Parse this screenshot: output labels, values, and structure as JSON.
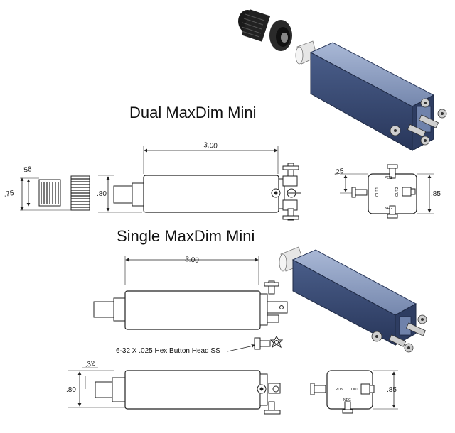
{
  "titles": {
    "dual": "Dual MaxDim Mini",
    "single": "Single MaxDim Mini"
  },
  "dims": {
    "length_dual": "3.00",
    "knob_dia": ".56",
    "knob_len": ".75",
    "body_dual": ".80",
    "offset_dual": ".25",
    "height_dual": ".85",
    "length_single": "3.00",
    "offset_single": ".32",
    "body_single": ".80",
    "height_single": ".85"
  },
  "callout": "6-32 X .025 Hex Button Head SS",
  "labels": {
    "pos": "POS",
    "out": "OUT",
    "out1": "OUT1",
    "out2": "OUT2",
    "neg": "NEG"
  },
  "colors": {
    "body_top": "#8ea1c6",
    "body_side": "#3c4f78",
    "body_dark": "#1f2a44",
    "line": "#222222"
  }
}
